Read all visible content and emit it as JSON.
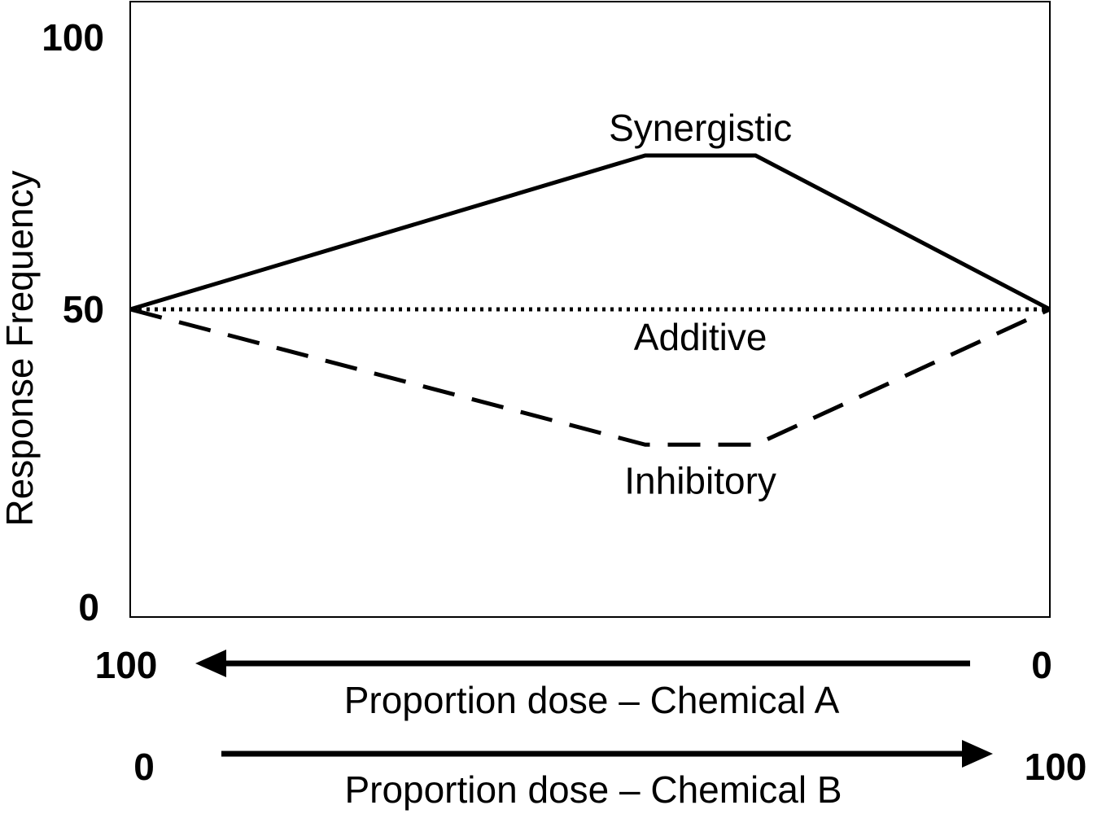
{
  "chart_data": {
    "type": "line",
    "title": "",
    "ylabel": "Response Frequency",
    "ylim": [
      0,
      100
    ],
    "yticks": [
      "0",
      "50",
      "100"
    ],
    "x": [
      0,
      56,
      68,
      100
    ],
    "xlim": [
      0,
      100
    ],
    "series": [
      {
        "name": "Synergistic",
        "style": "solid",
        "values": [
          50,
          75,
          75,
          50
        ]
      },
      {
        "name": "Additive",
        "style": "dotted",
        "values": [
          50,
          50,
          50,
          50
        ]
      },
      {
        "name": "Inhibitory",
        "style": "dashed",
        "values": [
          50,
          28,
          28,
          50
        ]
      }
    ],
    "axes_below": [
      {
        "label": "Proportion dose – Chemical A",
        "left_value": "100",
        "right_value": "0",
        "arrow": "left"
      },
      {
        "label": "Proportion dose – Chemical B",
        "left_value": "0",
        "right_value": "100",
        "arrow": "right"
      }
    ],
    "grid": false,
    "legend": "none"
  },
  "colors": {
    "line": "#000000",
    "background": "#ffffff"
  }
}
